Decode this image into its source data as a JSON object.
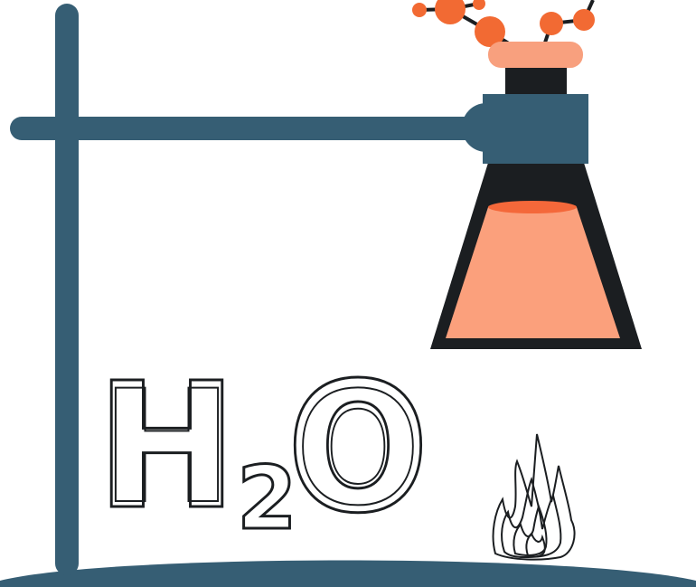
{
  "formula": {
    "element_hydrogen": "H",
    "subscript": "2",
    "element_oxygen": "O"
  },
  "colors": {
    "stand": "#365e74",
    "flask_outline": "#1b1e21",
    "liquid": "#fba07c",
    "liquid_surface": "#f4683a",
    "molecule": "#f26a33",
    "stopper": "#f8a07e",
    "text_stroke": "#1b1e21",
    "background": "#ffffff"
  },
  "icons": {
    "stand": "retort-stand-icon",
    "flask": "erlenmeyer-flask-icon",
    "molecule": "molecule-icon",
    "flame": "flame-icon"
  }
}
